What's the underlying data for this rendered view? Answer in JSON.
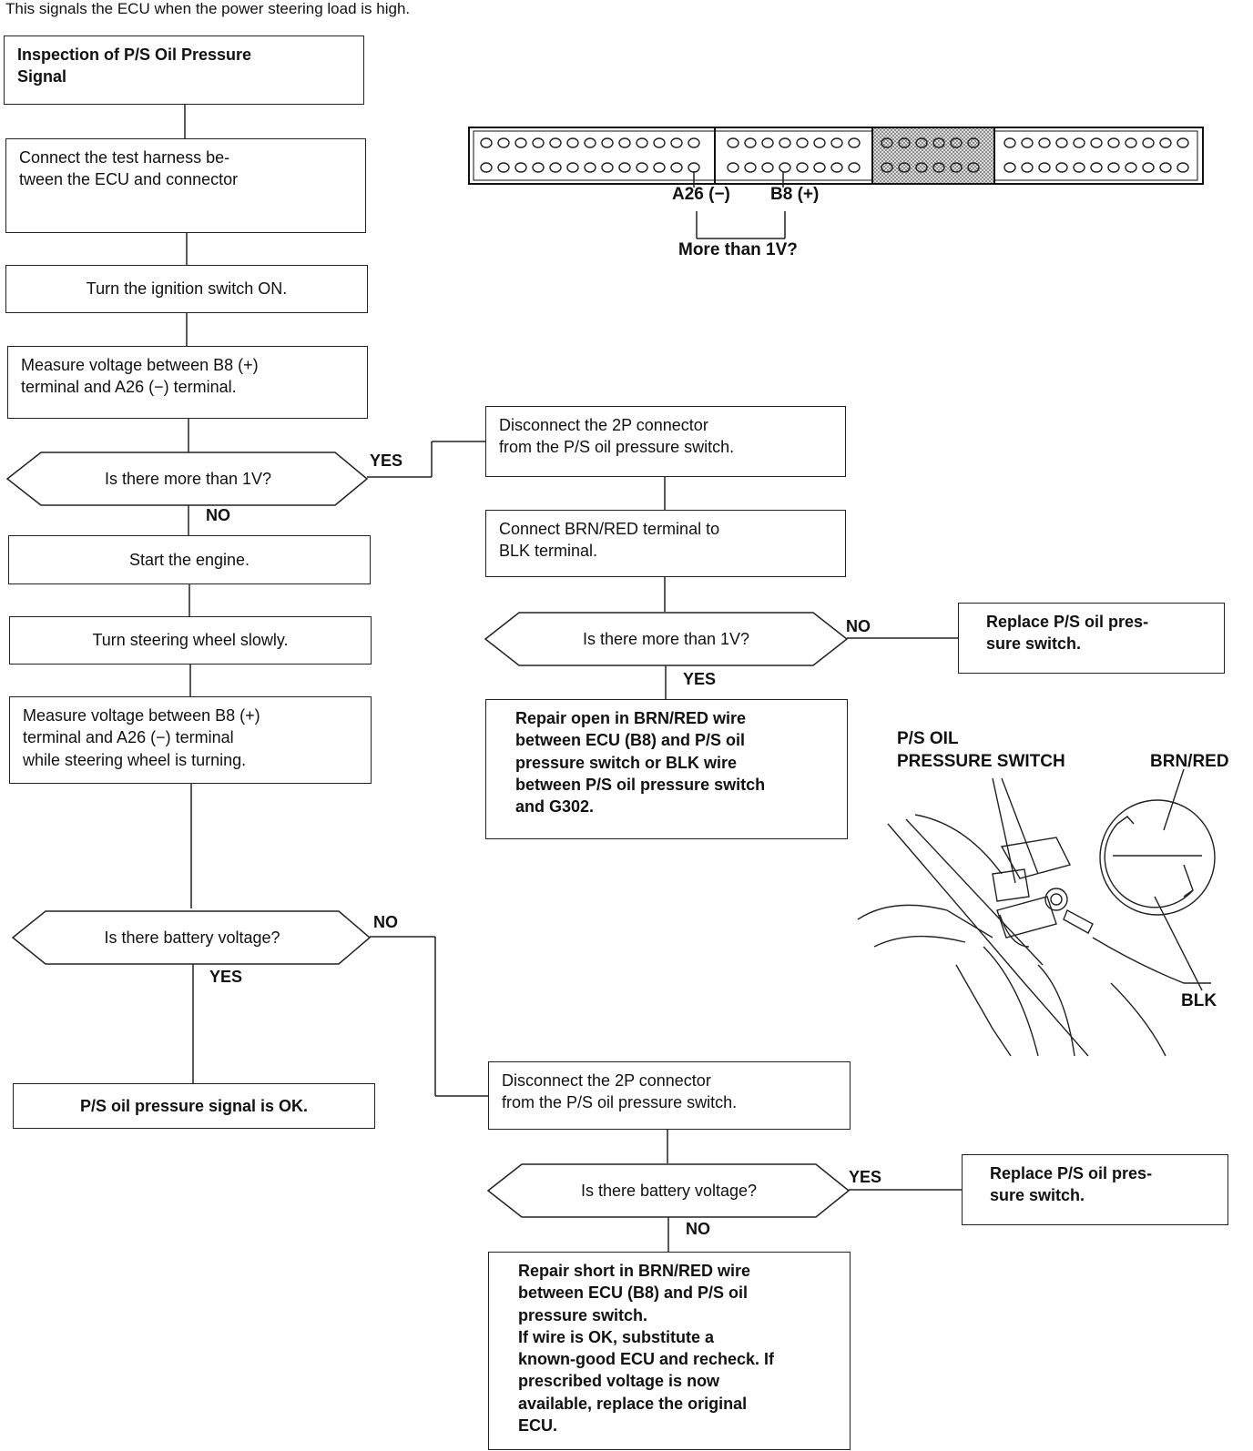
{
  "intro": "This signals the ECU when the power steering load is high.",
  "title_box": {
    "line1": "Inspection of P/S Oil Pressure",
    "line2": "Signal"
  },
  "left": {
    "step1": {
      "line1": "Connect the test harness be-",
      "line2": "tween the ECU and connector"
    },
    "step2": "Turn the ignition switch ON.",
    "step3": {
      "line1": "Measure voltage between B8 (+)",
      "line2": "terminal and A26 (−) terminal."
    },
    "decision1": "Is there more than 1V?",
    "decision1_yes": "YES",
    "decision1_no": "NO",
    "step4": "Start the engine.",
    "step5": "Turn steering wheel slowly.",
    "step6": {
      "line1": "Measure voltage between B8 (+)",
      "line2": "terminal and A26 (−) terminal",
      "line3": "while steering wheel is turning."
    },
    "decision2": "Is there battery voltage?",
    "decision2_no": "NO",
    "decision2_yes": "YES",
    "result_ok": "P/S oil pressure signal is OK."
  },
  "right_upper": {
    "step1": {
      "line1": "Disconnect the 2P connector",
      "line2": "from the P/S oil pressure switch."
    },
    "step2": {
      "line1": "Connect BRN/RED terminal to",
      "line2": "BLK terminal."
    },
    "decision": "Is there more than 1V?",
    "decision_no": "NO",
    "decision_yes": "YES",
    "replace": {
      "line1": "Replace P/S oil pres-",
      "line2": "sure switch."
    },
    "repair": {
      "line1": "Repair open in BRN/RED wire",
      "line2": "between ECU (B8) and P/S oil",
      "line3": "pressure switch or BLK wire",
      "line4": "between P/S oil pressure switch",
      "line5": "and G302."
    }
  },
  "right_lower": {
    "step1": {
      "line1": "Disconnect the 2P connector",
      "line2": "from the P/S oil pressure switch."
    },
    "decision": "Is there battery voltage?",
    "decision_yes": "YES",
    "decision_no": "NO",
    "replace": {
      "line1": "Replace P/S oil pres-",
      "line2": "sure switch."
    },
    "repair": {
      "line1": "Repair short in BRN/RED wire",
      "line2": "between ECU (B8) and P/S oil",
      "line3": "pressure switch.",
      "line4": "If wire is OK, substitute a",
      "line5": "known-good ECU and recheck. If",
      "line6": "prescribed voltage is now",
      "line7": "available, replace the original",
      "line8": "ECU."
    }
  },
  "ecu_connector": {
    "pin_label_minus": "A26 (−)",
    "pin_label_plus": "B8 (+)",
    "question": "More than 1V?"
  },
  "illustration": {
    "switch_label_line1": "P/S OIL",
    "switch_label_line2": "PRESSURE SWITCH",
    "brn_red": "BRN/RED",
    "blk": "BLK"
  }
}
